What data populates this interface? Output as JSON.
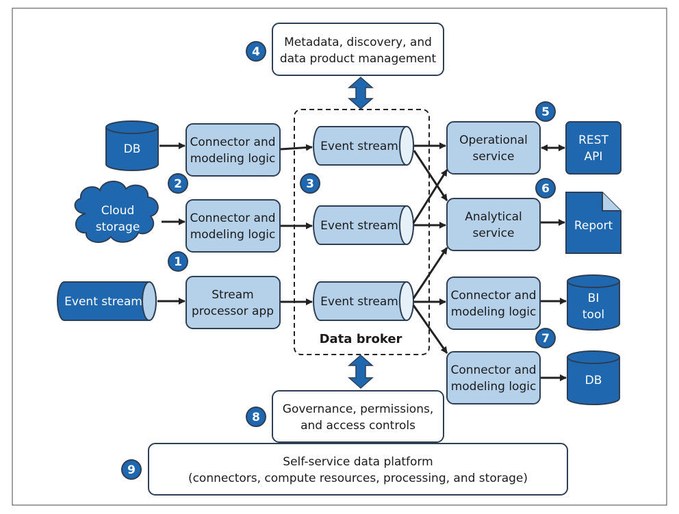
{
  "colors": {
    "dark_blue": "#1F67AE",
    "light_blue": "#B5D1EA",
    "stroke": "#2D3E55",
    "arrow": "#222222"
  },
  "metadata_box": {
    "line1": "Metadata, discovery, and",
    "line2": "data product management"
  },
  "governance_box": {
    "line1": "Governance, permissions,",
    "line2": "and access controls"
  },
  "platform_box": {
    "line1": "Self-service data platform",
    "line2": "(connectors, compute resources, processing, and storage)"
  },
  "data_broker": {
    "label": "Data broker"
  },
  "sources": {
    "db": {
      "label": "DB"
    },
    "cloud": {
      "line1": "Cloud",
      "line2": "storage"
    },
    "event_stream": {
      "label": "Event stream"
    }
  },
  "connectors": {
    "c1": {
      "line1": "Connector and",
      "line2": "modeling logic"
    },
    "c2": {
      "line1": "Connector and",
      "line2": "modeling logic"
    },
    "stream_app": {
      "line1": "Stream",
      "line2": "processor app"
    }
  },
  "broker_streams": {
    "s1": {
      "label": "Event stream"
    },
    "s2": {
      "label": "Event stream"
    },
    "s3": {
      "label": "Event stream"
    }
  },
  "consumers": {
    "operational": {
      "line1": "Operational",
      "line2": "service"
    },
    "analytical": {
      "line1": "Analytical",
      "line2": "service"
    },
    "conn_bi": {
      "line1": "Connector and",
      "line2": "modeling logic"
    },
    "conn_db": {
      "line1": "Connector and",
      "line2": "modeling logic"
    }
  },
  "sinks": {
    "rest": {
      "line1": "REST",
      "line2": "API"
    },
    "report": {
      "label": "Report"
    },
    "bi": {
      "line1": "BI",
      "line2": "tool"
    },
    "db": {
      "label": "DB"
    }
  },
  "badges": {
    "b1": "1",
    "b2": "2",
    "b3": "3",
    "b4": "4",
    "b5": "5",
    "b6": "6",
    "b7": "7",
    "b8": "8",
    "b9": "9"
  }
}
